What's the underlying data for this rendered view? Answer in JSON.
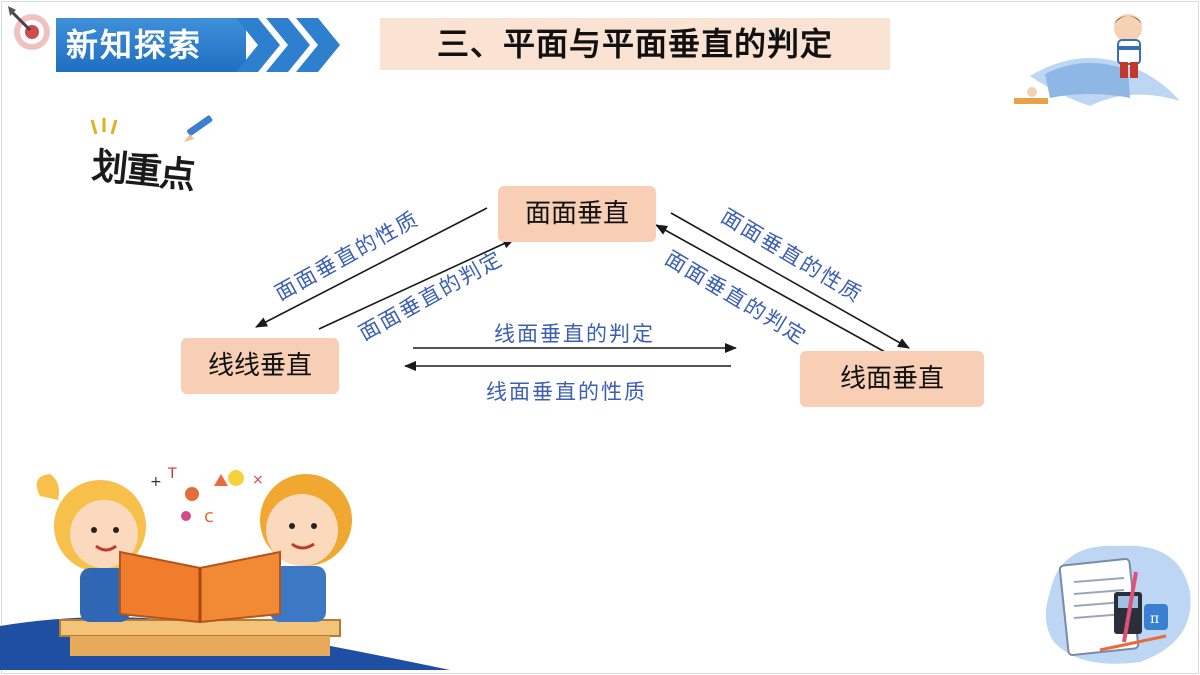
{
  "header": {
    "badge": "新知探索",
    "title": "三、平面与平面垂直的判定"
  },
  "emphasis_stamp": "划重点",
  "nodes": {
    "top": "面面垂直",
    "left": "线线垂直",
    "right": "线面垂直"
  },
  "edges": {
    "top_to_left": "面面垂直的性质",
    "left_to_top": "面面垂直的判定",
    "top_to_right": "面面垂直的性质",
    "right_to_top": "面面垂直的判定",
    "left_to_right": "线面垂直的判定",
    "right_to_left": "线面垂直的性质"
  },
  "colors": {
    "badge_blue": "#1f6fc2",
    "title_bg": "#fbe3d3",
    "node_bg": "#f8cfb4",
    "edge_label": "#3b5fb4"
  },
  "icons": [
    "dart-target-icon",
    "chevron-right-icon",
    "pencil-icon",
    "book-reading-kids-illustration",
    "flying-book-boy-illustration",
    "math-notebook-illustration"
  ]
}
